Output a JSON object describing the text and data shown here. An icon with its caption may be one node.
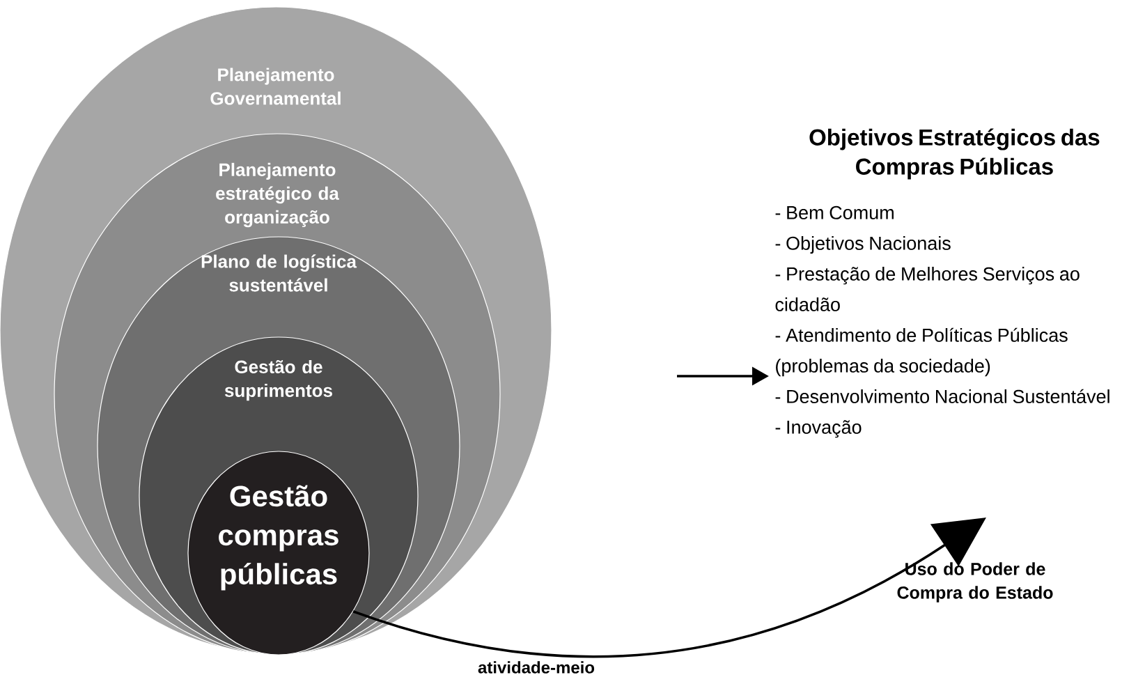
{
  "diagram": {
    "nodes": [
      {
        "text": [
          "Planejamento Governamental"
        ]
      },
      {
        "text": [
          "Planejamento estratégico da organização"
        ],
        "in": 0
      },
      {
        "text": [
          "Plano de logística sustentável"
        ],
        "in": 1
      },
      {
        "text": [
          "Gestão de suprimentos"
        ],
        "in": 2
      },
      {
        "text": [
          "Gestão compras públicas"
        ],
        "in": 3
      },
      {
        "text": [
          "Objetivos Estratégicos das Compras Públicas",
          "- Bem Comum",
          "- Objetivos Nacionais",
          "- Prestação de Melhores Serviços ao cidadão",
          "- Atendimento de Políticas Públicas (problemas da sociedade)",
          "- Desenvolvimento Nacional Sustentável",
          "- Inovação"
        ]
      },
      {
        "text": [
          "Uso do Poder de Compra do Estado"
        ]
      }
    ],
    "edges": [
      {
        "from": null,
        "to": 5,
        "arrow": "to"
      },
      {
        "from": 4,
        "to": 6,
        "arrow": "to",
        "label": "atividade-meio"
      }
    ]
  }
}
